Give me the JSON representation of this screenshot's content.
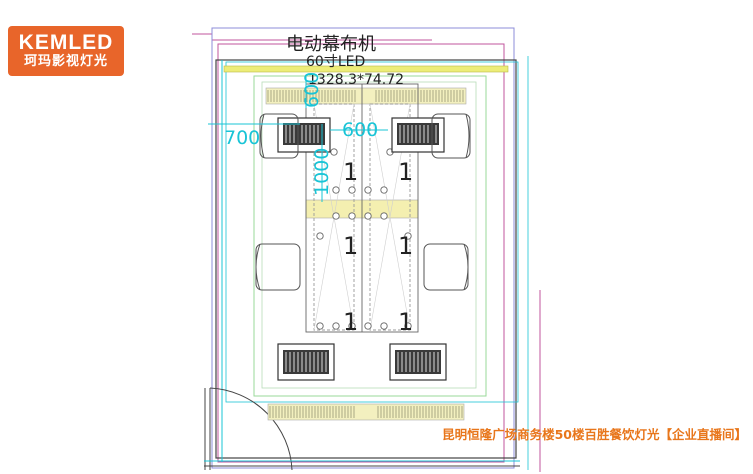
{
  "brand": {
    "name": "KEMLED",
    "subtitle": "珂玛影视灯光"
  },
  "diagram": {
    "title": "电动幕布机",
    "led_label": "60寸LED",
    "size_label": "1328.3*74.72",
    "dimensions": [
      "700",
      "600",
      "600",
      "1000"
    ],
    "fixture_labels": [
      "1",
      "1",
      "1",
      "1",
      "1",
      "1"
    ]
  },
  "caption": "昆明恒隆广场商务楼50楼百胜餐饮灯光【企业直播间】",
  "colors": {
    "brand": "#e8652a",
    "dimension": "#19c4d6",
    "caption": "#e8761b",
    "outline": "#c0549c"
  }
}
